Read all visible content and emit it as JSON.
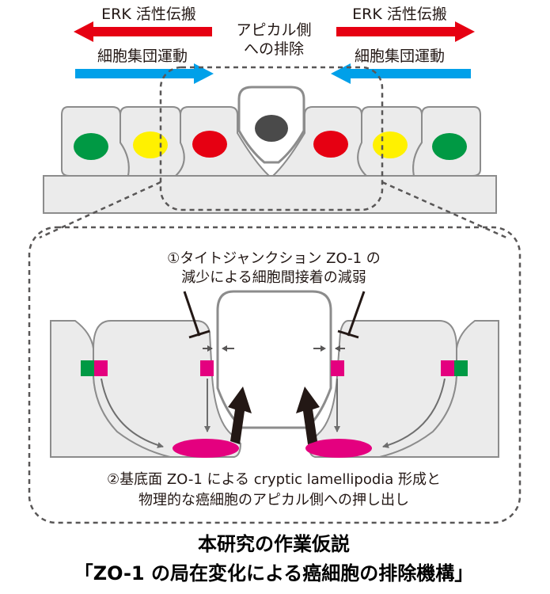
{
  "top": {
    "erk_left": "ERK 活性伝搬",
    "erk_right": "ERK 活性伝搬",
    "migration_left": "細胞集団運動",
    "migration_right": "細胞集団運動",
    "apical_line1": "アピカル側",
    "apical_line2": "への排除"
  },
  "detail": {
    "note1_line1": "①タイトジャンクション ZO-1 の",
    "note1_line2": "減少による細胞間接着の減弱",
    "note2_line1": "②基底面 ZO-1 による cryptic lamellipodia 形成と",
    "note2_line2": "物理的な癌細胞のアピカル側への押し出し"
  },
  "caption": {
    "line1": "本研究の作業仮説",
    "line2": "「ZO-1 の局在変化による癌細胞の排除機構」"
  },
  "colors": {
    "erk_arrow": "#e60012",
    "migration_arrow": "#00a0e9",
    "green": "#009944",
    "yellow": "#fff100",
    "red": "#e60012",
    "magenta": "#e4007f",
    "cancer_nucleus": "#4a4a4a",
    "cell_fill": "#ebebeb",
    "cell_stroke": "#8c8c8c"
  }
}
